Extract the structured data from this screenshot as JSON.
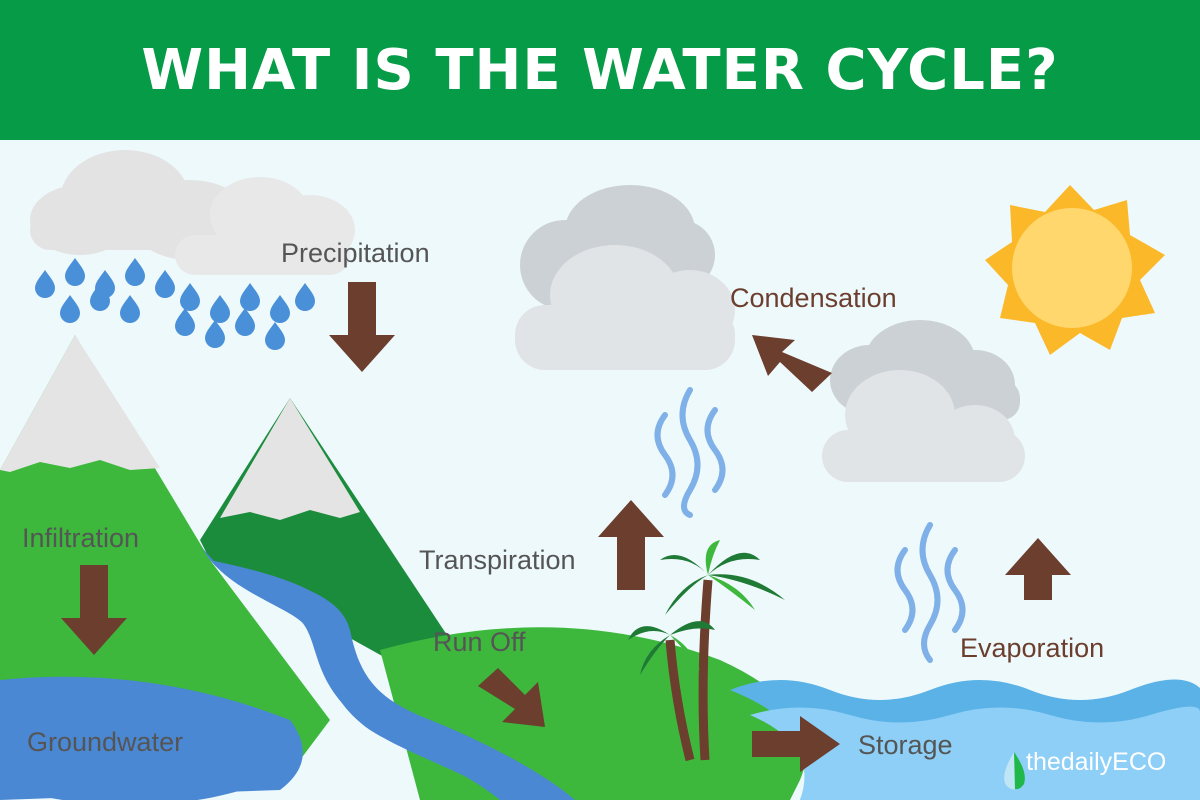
{
  "title": "WHAT IS THE WATER CYCLE?",
  "labels": {
    "precipitation": "Precipitation",
    "condensation": "Condensation",
    "infiltration": "Infiltration",
    "transpiration": "Transpiration",
    "run_off": "Run Off",
    "evaporation": "Evaporation",
    "groundwater": "Groundwater",
    "storage": "Storage"
  },
  "logo": "thedailyECO",
  "colors": {
    "header": "#069b47",
    "arrow": "#6b3e2e",
    "water": "#4a88d4",
    "sun": "#fbb829"
  }
}
